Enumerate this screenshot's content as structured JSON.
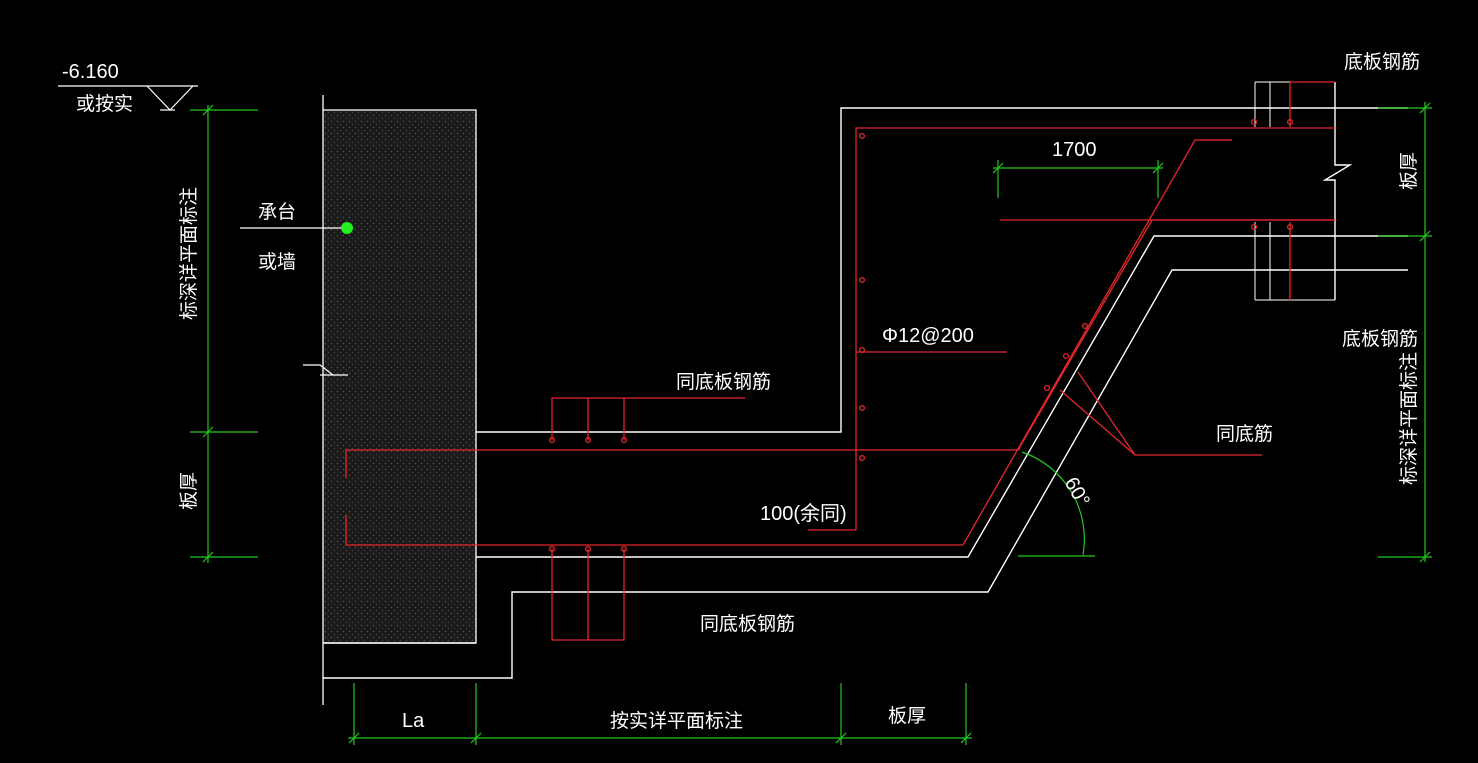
{
  "labels": {
    "elevation": "-6.160",
    "elevation_note": "或按实",
    "pile_cap_line1": "承台",
    "pile_cap_line2": "或墙",
    "left_dim_upper": "标深详平面标注",
    "left_dim_lower": "板厚",
    "top_right_rebar": "底板钢筋",
    "right_dim_upper": "板厚",
    "right_mid_rebar": "底板钢筋",
    "right_dim_lower": "标深详平面标注",
    "dim_1700": "1700",
    "stirrup": "Φ12@200",
    "same_bottom_upper": "同底板钢筋",
    "same_bottom_lower": "同底板钢筋",
    "same_rebar": "同底筋",
    "cover_100": "100(余同)",
    "angle": "60°",
    "bottom_dim_la": "La",
    "bottom_dim_mid": "按实详平面标注",
    "bottom_dim_right": "板厚"
  },
  "colors": {
    "background": "#000000",
    "outline": "#ffffff",
    "rebar": "#e8262b",
    "dimension": "#22c91e",
    "hatch": "#2a2a2a",
    "marker": "#22ee22"
  }
}
